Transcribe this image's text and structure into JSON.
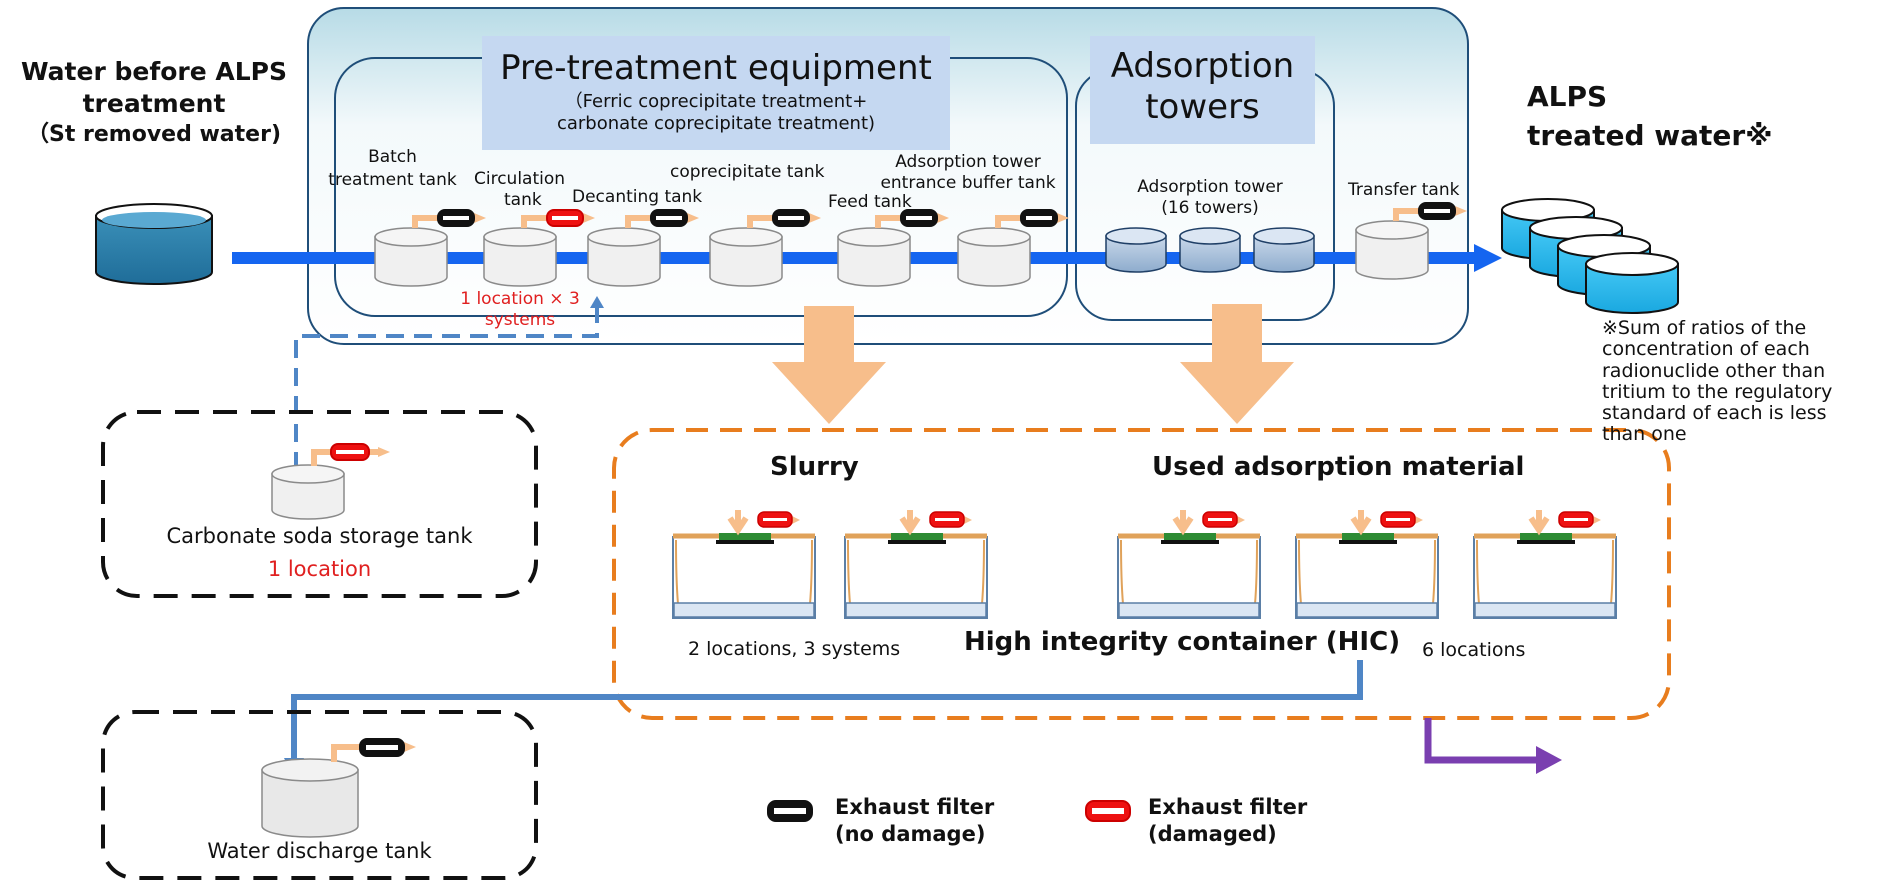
{
  "colors": {
    "flow_blue": "#1565f0",
    "arrow_orange": "#f7be8b",
    "dash_orange": "#e87d1e",
    "dash_blue": "#4f86c6",
    "purple": "#7a3fb0",
    "filter_ok": "#111111",
    "filter_damaged": "#ee1111",
    "title_box": "#c5d8f1",
    "note_red": "#e02020"
  },
  "labels": {
    "water_before": [
      "Water before ALPS",
      "treatment",
      "（St removed water)"
    ],
    "alps_treated": [
      "ALPS",
      "treated water※"
    ],
    "pretreatment_title": "Pre-treatment equipment",
    "pretreatment_sub": [
      "（Ferric coprecipitate treatment+",
      "carbonate coprecipitate treatment)"
    ],
    "adsorption_title": [
      "Adsorption",
      "towers"
    ],
    "tanks": {
      "batch": [
        "Batch",
        "treatment tank"
      ],
      "circulation": [
        "Circulation",
        "tank"
      ],
      "decanting": "Decanting tank",
      "coprecipitate": "coprecipitate tank",
      "feed": "Feed tank",
      "buffer": [
        "Adsorption tower",
        "entrance buffer tank"
      ],
      "adsorption_tower": [
        "Adsorption tower",
        "(16 towers)"
      ],
      "transfer": "Transfer tank"
    },
    "circ_note": [
      "1 location × 3",
      "systems"
    ],
    "footnote": [
      "※Sum of ratios of the",
      "concentration of each",
      "radionuclide other than",
      "tritium to the regulatory",
      "standard of each is less",
      "than one"
    ],
    "carbonate_tank": "Carbonate soda storage tank",
    "carbonate_note": "1 location",
    "slurry": "Slurry",
    "used_adsorption": "Used adsorption material",
    "slurry_count": "2 locations, 3 systems",
    "hic": "High integrity container (HIC)",
    "hic_count": "6 locations",
    "discharge_tank": "Water discharge  tank",
    "legend_ok": [
      "Exhaust filter",
      "(no damage)"
    ],
    "legend_damaged": [
      "Exhaust filter",
      "(damaged)"
    ]
  }
}
